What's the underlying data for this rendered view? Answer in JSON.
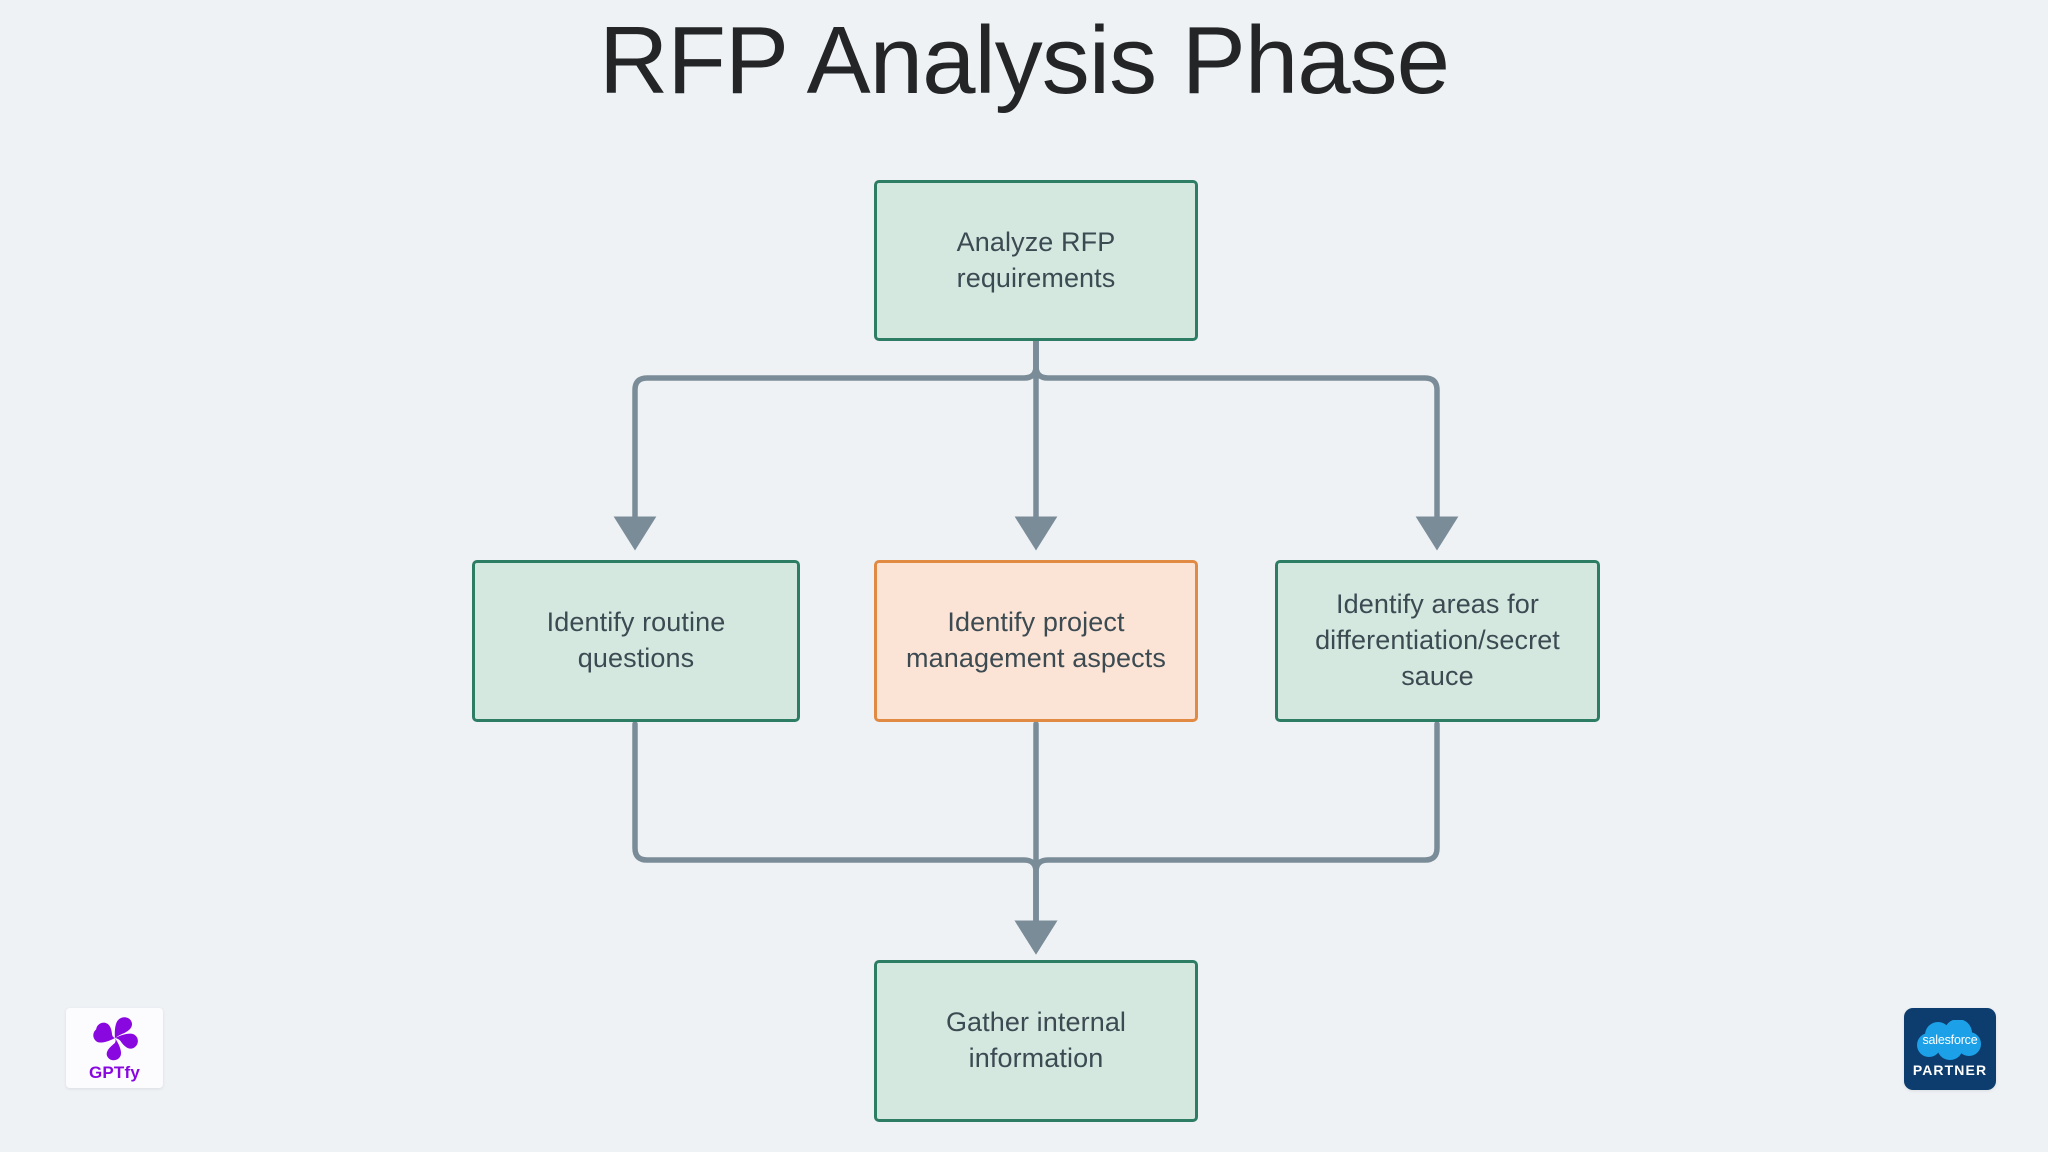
{
  "page": {
    "title": "RFP Analysis Phase",
    "background_color": "#eff2f5",
    "title_color": "#232526"
  },
  "diagram": {
    "type": "flowchart",
    "edge_color": "#7b8c99",
    "nodes": [
      {
        "id": "analyze-rfp-requirements",
        "label": "Analyze RFP\nrequirements",
        "style": "green",
        "fill": "#d4e8e0",
        "border": "#2c7d63",
        "text_color": "#3c4a52"
      },
      {
        "id": "identify-routine-questions",
        "label": "Identify routine\nquestions",
        "style": "green",
        "fill": "#d4e8e0",
        "border": "#2c7d63",
        "text_color": "#3c4a52"
      },
      {
        "id": "identify-project-management-aspects",
        "label": "Identify project\nmanagement aspects",
        "style": "orange",
        "fill": "#fbe4d5",
        "border": "#e08a43",
        "text_color": "#3c4a52"
      },
      {
        "id": "identify-areas-for-differentiation",
        "label": "Identify areas for\ndifferentiation/secret\nsauce",
        "style": "green",
        "fill": "#d4e8e0",
        "border": "#2c7d63",
        "text_color": "#3c4a52"
      },
      {
        "id": "gather-internal-information",
        "label": "Gather internal\ninformation",
        "style": "green",
        "fill": "#d4e8e0",
        "border": "#2c7d63",
        "text_color": "#3c4a52"
      }
    ],
    "edges": [
      {
        "from": "analyze-rfp-requirements",
        "to": "identify-routine-questions"
      },
      {
        "from": "analyze-rfp-requirements",
        "to": "identify-project-management-aspects"
      },
      {
        "from": "analyze-rfp-requirements",
        "to": "identify-areas-for-differentiation"
      },
      {
        "from": "identify-routine-questions",
        "to": "gather-internal-information"
      },
      {
        "from": "identify-project-management-aspects",
        "to": "gather-internal-information"
      },
      {
        "from": "identify-areas-for-differentiation",
        "to": "gather-internal-information"
      }
    ]
  },
  "branding": {
    "gptfy": {
      "wordmark": "GPTfy",
      "color": "#8a08e0",
      "icon": "pinwheel-icon"
    },
    "salesforce": {
      "cloud_text": "salesforce",
      "partner_text": "PARTNER",
      "badge_color": "#0d3d6e",
      "cloud_color": "#1ca0e8"
    }
  }
}
